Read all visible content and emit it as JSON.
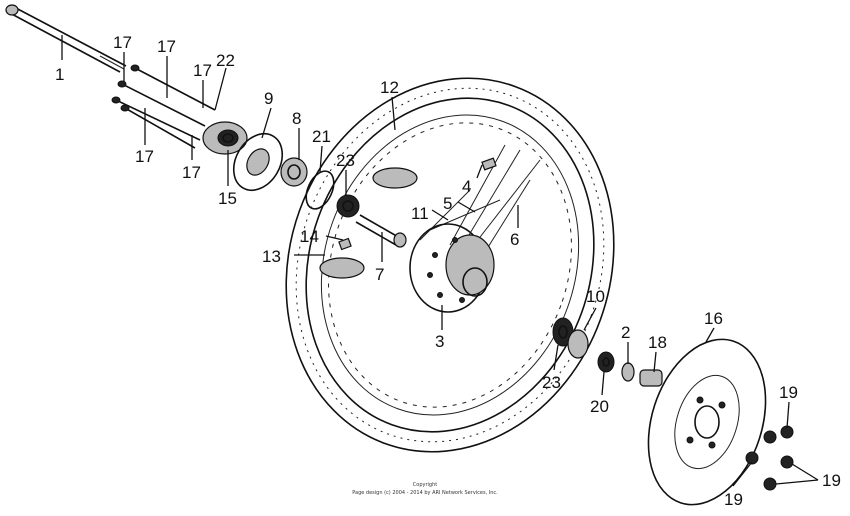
{
  "callouts": [
    {
      "id": "c1",
      "label": "1"
    },
    {
      "id": "c17a",
      "label": "17"
    },
    {
      "id": "c17b",
      "label": "17"
    },
    {
      "id": "c17c",
      "label": "17"
    },
    {
      "id": "c22",
      "label": "22"
    },
    {
      "id": "c17d",
      "label": "17"
    },
    {
      "id": "c17e",
      "label": "17"
    },
    {
      "id": "c9",
      "label": "9"
    },
    {
      "id": "c8",
      "label": "8"
    },
    {
      "id": "c21",
      "label": "21"
    },
    {
      "id": "c23a",
      "label": "23"
    },
    {
      "id": "c15",
      "label": "15"
    },
    {
      "id": "c12",
      "label": "12"
    },
    {
      "id": "c4",
      "label": "4"
    },
    {
      "id": "c5",
      "label": "5"
    },
    {
      "id": "c11",
      "label": "11"
    },
    {
      "id": "c6",
      "label": "6"
    },
    {
      "id": "c14",
      "label": "14"
    },
    {
      "id": "c13",
      "label": "13"
    },
    {
      "id": "c7",
      "label": "7"
    },
    {
      "id": "c3",
      "label": "3"
    },
    {
      "id": "c10",
      "label": "10"
    },
    {
      "id": "c2",
      "label": "2"
    },
    {
      "id": "c16",
      "label": "16"
    },
    {
      "id": "c18",
      "label": "18"
    },
    {
      "id": "c23b",
      "label": "23"
    },
    {
      "id": "c20",
      "label": "20"
    },
    {
      "id": "c19a",
      "label": "19"
    },
    {
      "id": "c19b",
      "label": "19"
    },
    {
      "id": "c19c",
      "label": "19"
    }
  ],
  "copyright": {
    "line1": "Copyright",
    "line2": "Page design (c) 2004 - 2014 by ARI Network Services, Inc."
  }
}
